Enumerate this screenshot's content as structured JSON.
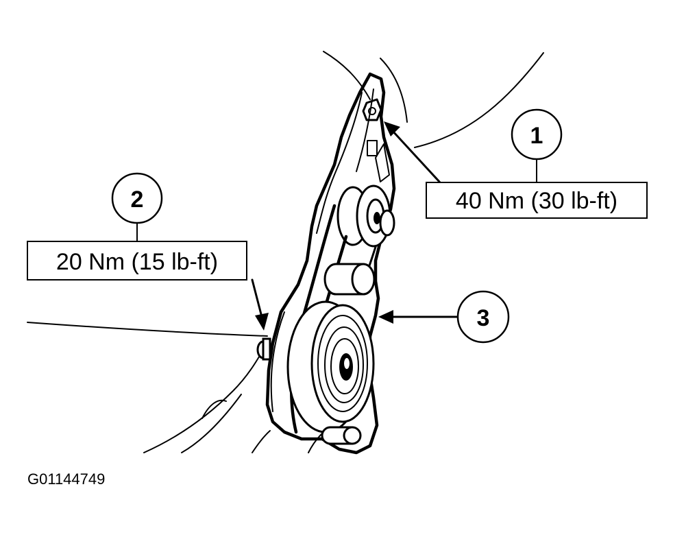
{
  "callouts": [
    {
      "number": "1",
      "torque": "40 Nm (30 lb-ft)"
    },
    {
      "number": "2",
      "torque": "20 Nm (15 lb-ft)"
    },
    {
      "number": "3"
    }
  ],
  "figure_id": "G01144749",
  "colors": {
    "ink": "#000000",
    "background": "#ffffff"
  }
}
